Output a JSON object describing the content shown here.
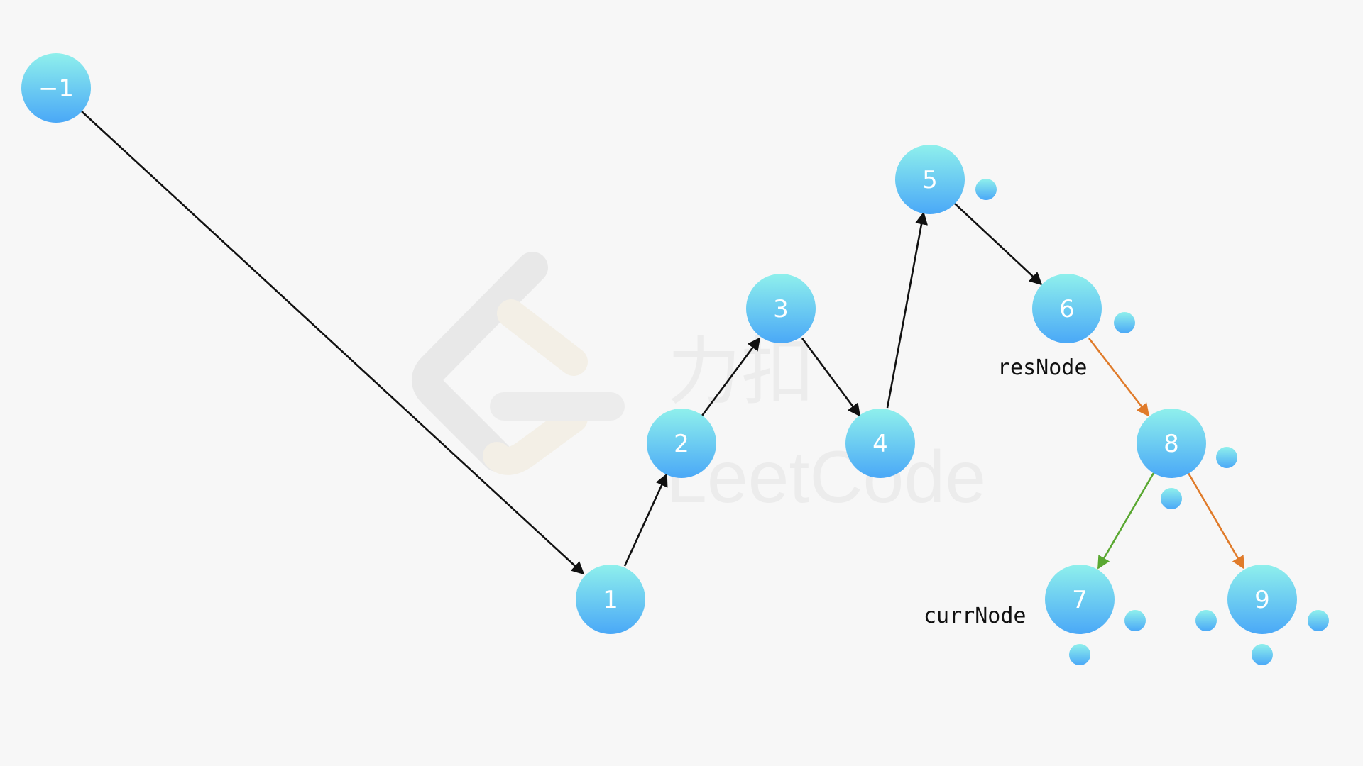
{
  "watermark": {
    "brand_cn": "力扣",
    "brand_en": "LeetCode"
  },
  "diagram": {
    "nodes": [
      {
        "id": "n-1",
        "value": "−1"
      },
      {
        "id": "n1",
        "value": "1"
      },
      {
        "id": "n2",
        "value": "2"
      },
      {
        "id": "n3",
        "value": "3"
      },
      {
        "id": "n4",
        "value": "4"
      },
      {
        "id": "n5",
        "value": "5"
      },
      {
        "id": "n6",
        "value": "6"
      },
      {
        "id": "n7",
        "value": "7"
      },
      {
        "id": "n8",
        "value": "8"
      },
      {
        "id": "n9",
        "value": "9"
      }
    ],
    "edges": [
      {
        "from": "n-1",
        "to": "n1",
        "color": "#111111"
      },
      {
        "from": "n1",
        "to": "n2",
        "color": "#111111"
      },
      {
        "from": "n2",
        "to": "n3",
        "color": "#111111"
      },
      {
        "from": "n3",
        "to": "n4",
        "color": "#111111"
      },
      {
        "from": "n4",
        "to": "n5",
        "color": "#111111"
      },
      {
        "from": "n5",
        "to": "n6",
        "color": "#111111"
      },
      {
        "from": "n6",
        "to": "n8",
        "color": "#e07b2a"
      },
      {
        "from": "n8",
        "to": "n7",
        "color": "#5aa832"
      },
      {
        "from": "n8",
        "to": "n9",
        "color": "#e07b2a"
      }
    ],
    "labels": {
      "res_node": "resNode",
      "curr_node": "currNode"
    },
    "colors": {
      "node_top": "#8ff0ec",
      "node_bottom": "#4aa8f7",
      "edge_default": "#111111",
      "edge_orange": "#e07b2a",
      "edge_green": "#5aa832"
    }
  }
}
